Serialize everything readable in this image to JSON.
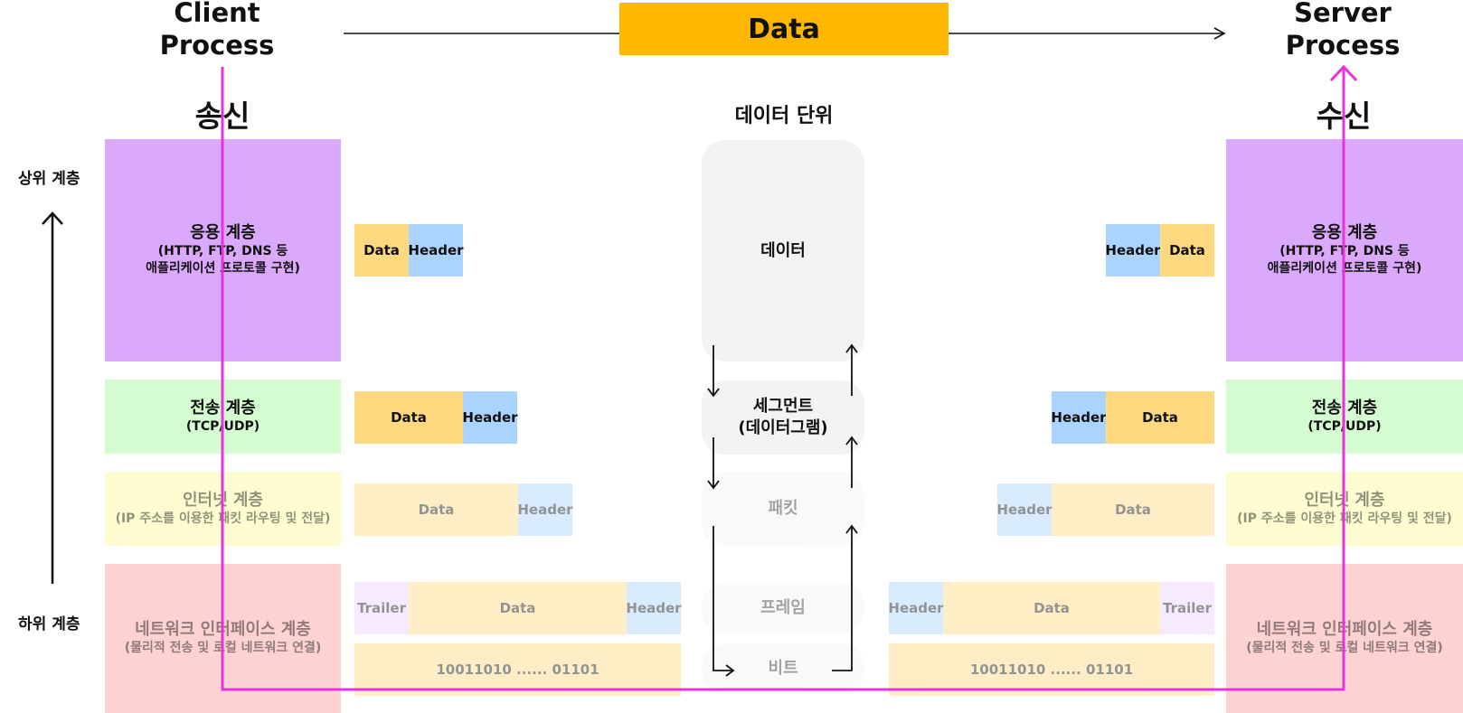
{
  "top": {
    "client_process": "Client\nProcess",
    "server_process": "Server\nProcess",
    "data_label": "Data"
  },
  "sides": {
    "send": "송신",
    "receive": "수신",
    "unit_title": "데이터 단위"
  },
  "levels": {
    "upper": "상위 계층",
    "lower": "하위 계층"
  },
  "layers": [
    {
      "name": "응용 계층",
      "desc": "(HTTP, FTP, DNS 등\n애플리케이션 프로토콜 구현)"
    },
    {
      "name": "전송 계층",
      "desc": "(TCP/UDP)"
    },
    {
      "name": "인터넷 계층",
      "desc": "(IP 주소를 이용한 패킷 라우팅 및 전달)"
    },
    {
      "name": "네트워크 인터페이스 계층",
      "desc": "(물리적 전송 및 로컬 네트워크 연결)"
    }
  ],
  "units": [
    "데이터",
    "세그먼트\n(데이터그램)",
    "패킷",
    "프레임",
    "비트"
  ],
  "packets": {
    "data": "Data",
    "header": "Header",
    "trailer": "Trailer",
    "bits": "10011010 ...... 01101"
  },
  "colors": {
    "application": "#dba9fb",
    "transport": "#d4fcd0",
    "internet": "#fefdd2",
    "network": "#fdd2d2",
    "data_box": "#ffb700",
    "flow_line": "#e832e0"
  }
}
